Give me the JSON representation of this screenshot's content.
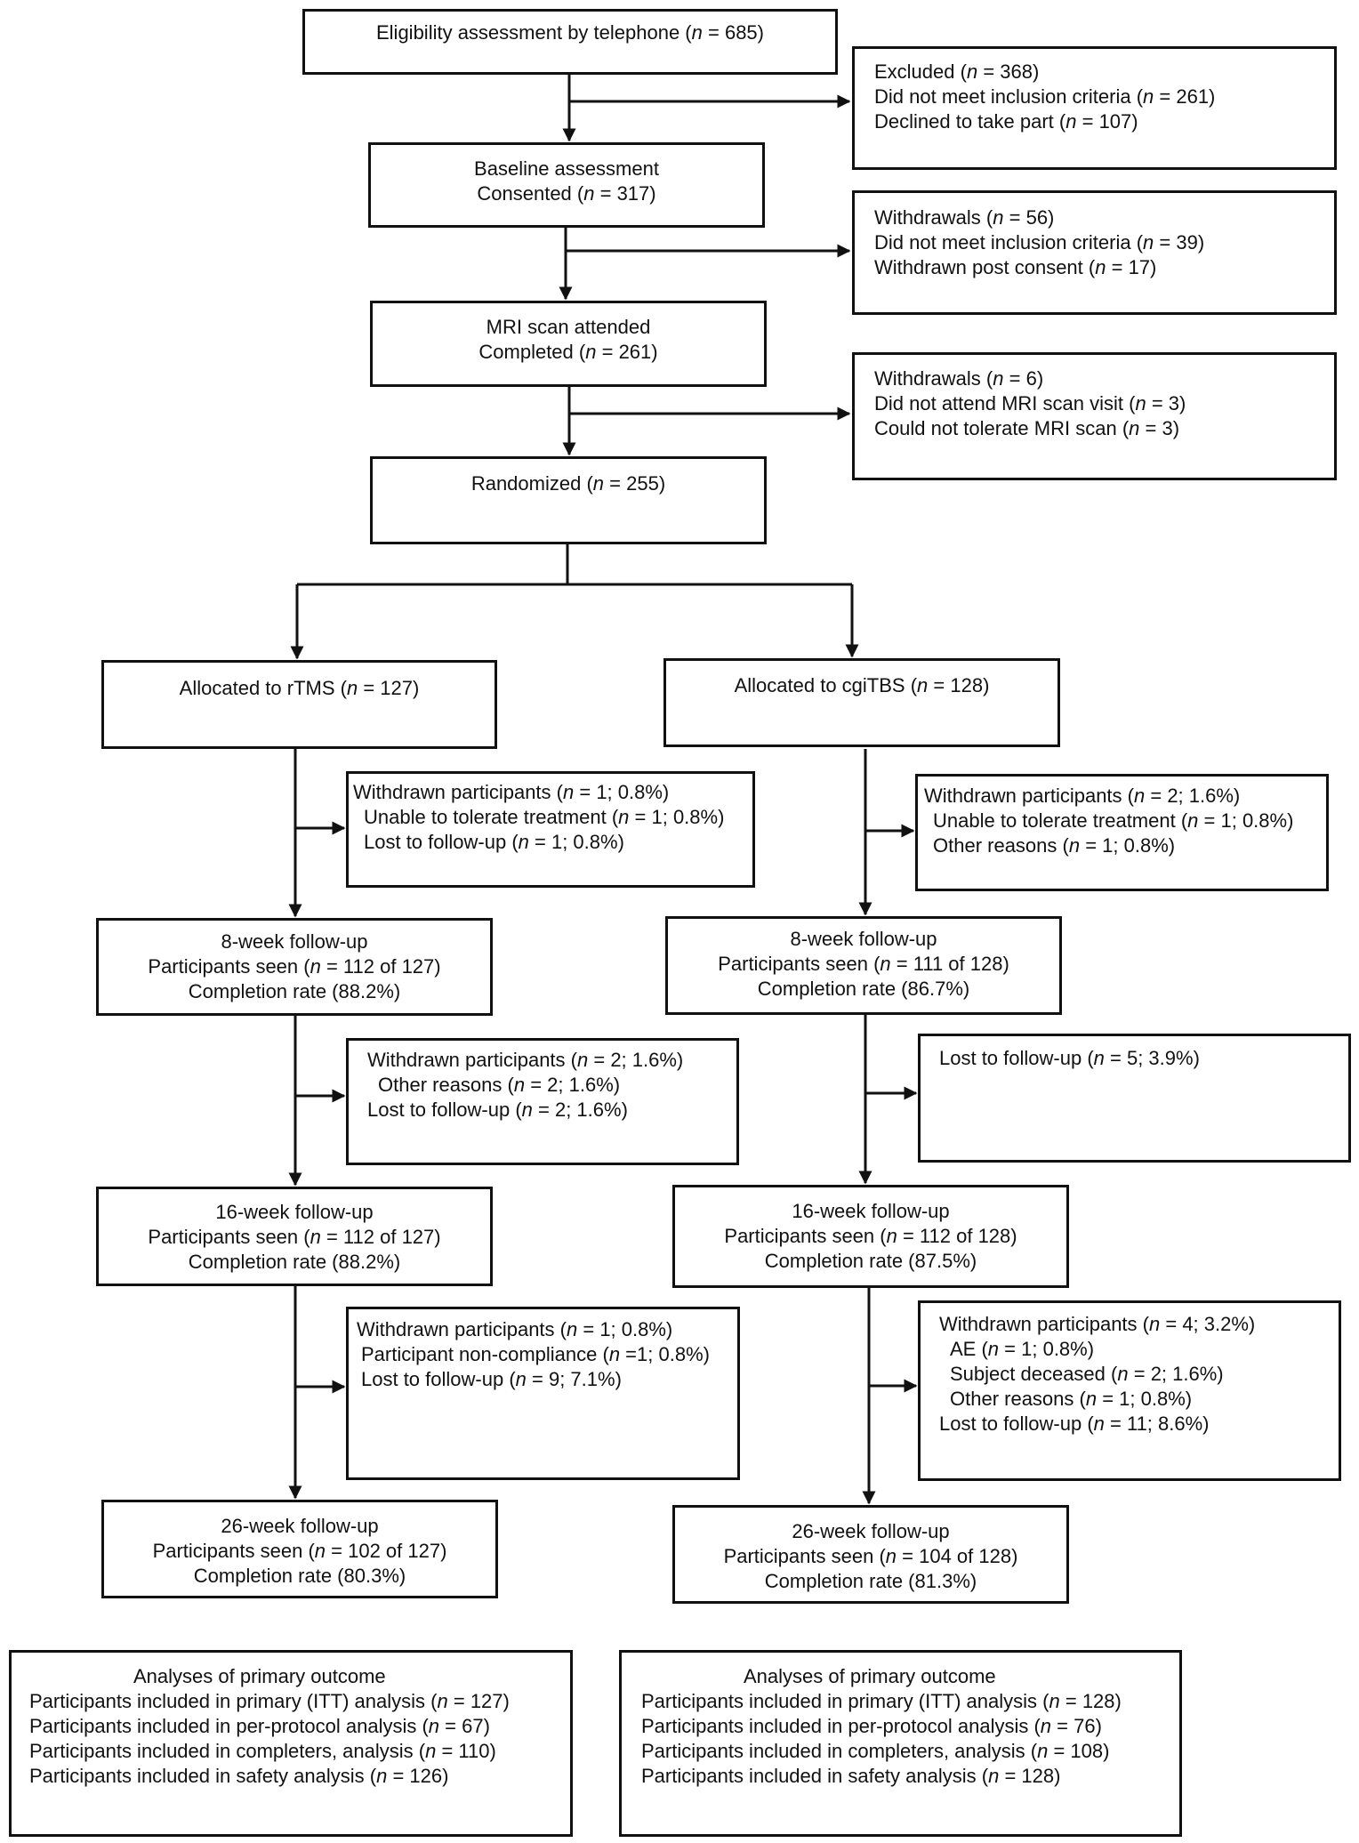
{
  "screening": {
    "telephone": [
      "Eligibility assessment by telephone (n = 685)"
    ],
    "excluded": [
      "Excluded (n = 368)",
      "Did not meet inclusion criteria (n = 261)",
      "Declined to take part (n = 107)"
    ],
    "baseline": [
      "Baseline assessment",
      "Consented (n = 317)"
    ],
    "baseline_withdrawals": [
      "Withdrawals (n = 56)",
      "Did not meet inclusion criteria (n = 39)",
      "Withdrawn post consent (n = 17)"
    ],
    "mri": [
      "MRI scan attended",
      "Completed (n = 261)"
    ],
    "mri_withdrawals": [
      "Withdrawals (n = 6)",
      "Did not attend MRI scan visit (n = 3)",
      "Could not tolerate MRI scan (n = 3)"
    ],
    "randomized": [
      "Randomized (n = 255)"
    ]
  },
  "rtms": {
    "allocated": [
      "Allocated to rTMS (n = 127)"
    ],
    "withdrawn_1": [
      "Withdrawn participants (n = 1; 0.8%)",
      "Unable to tolerate treatment (n = 1; 0.8%)",
      "Lost to follow-up (n = 1; 0.8%)"
    ],
    "week8": [
      "8-week follow-up",
      "Participants seen (n = 112 of 127)",
      "Completion rate (88.2%)"
    ],
    "withdrawn_2": [
      "Withdrawn participants (n = 2; 1.6%)",
      "Other reasons (n = 2; 1.6%)",
      "Lost to follow-up (n = 2; 1.6%)"
    ],
    "week16": [
      "16-week follow-up",
      "Participants seen (n = 112 of 127)",
      "Completion rate (88.2%)"
    ],
    "withdrawn_3": [
      "Withdrawn participants (n = 1; 0.8%)",
      "Participant non-compliance (n =1; 0.8%)",
      "Lost to follow-up (n = 9; 7.1%)"
    ],
    "week26": [
      "26-week follow-up",
      "Participants seen (n = 102 of 127)",
      "Completion rate (80.3%)"
    ],
    "analyses": [
      "Analyses of primary outcome",
      "Participants included in primary (ITT) analysis (n = 127)",
      "Participants included in per-protocol analysis (n = 67)",
      "Participants included in completers, analysis (n = 110)",
      "Participants included in safety analysis (n = 126)"
    ]
  },
  "cgitbs": {
    "allocated": [
      "Allocated to cgiTBS (n = 128)"
    ],
    "withdrawn_1": [
      "Withdrawn participants (n = 2; 1.6%)",
      "Unable to tolerate treatment (n = 1; 0.8%)",
      "Other reasons (n = 1; 0.8%)"
    ],
    "week8": [
      "8-week follow-up",
      "Participants seen (n = 111 of 128)",
      "Completion rate (86.7%)"
    ],
    "withdrawn_2": [
      "Lost to follow-up (n = 5; 3.9%)"
    ],
    "week16": [
      "16-week follow-up",
      "Participants seen (n = 112 of 128)",
      "Completion rate (87.5%)"
    ],
    "withdrawn_3": [
      "Withdrawn participants (n = 4; 3.2%)",
      "AE (n = 1; 0.8%)",
      "Subject deceased (n = 2; 1.6%)",
      "Other reasons (n = 1; 0.8%)",
      "Lost to follow-up (n = 11; 8.6%)"
    ],
    "week26": [
      "26-week follow-up",
      "Participants seen (n = 104 of 128)",
      "Completion rate (81.3%)"
    ],
    "analyses": [
      "Analyses of primary outcome",
      "Participants included in primary (ITT) analysis (n = 128)",
      "Participants included in per-protocol analysis (n = 76)",
      "Participants included in completers, analysis (n = 108)",
      "Participants included in safety analysis (n = 128)"
    ]
  }
}
